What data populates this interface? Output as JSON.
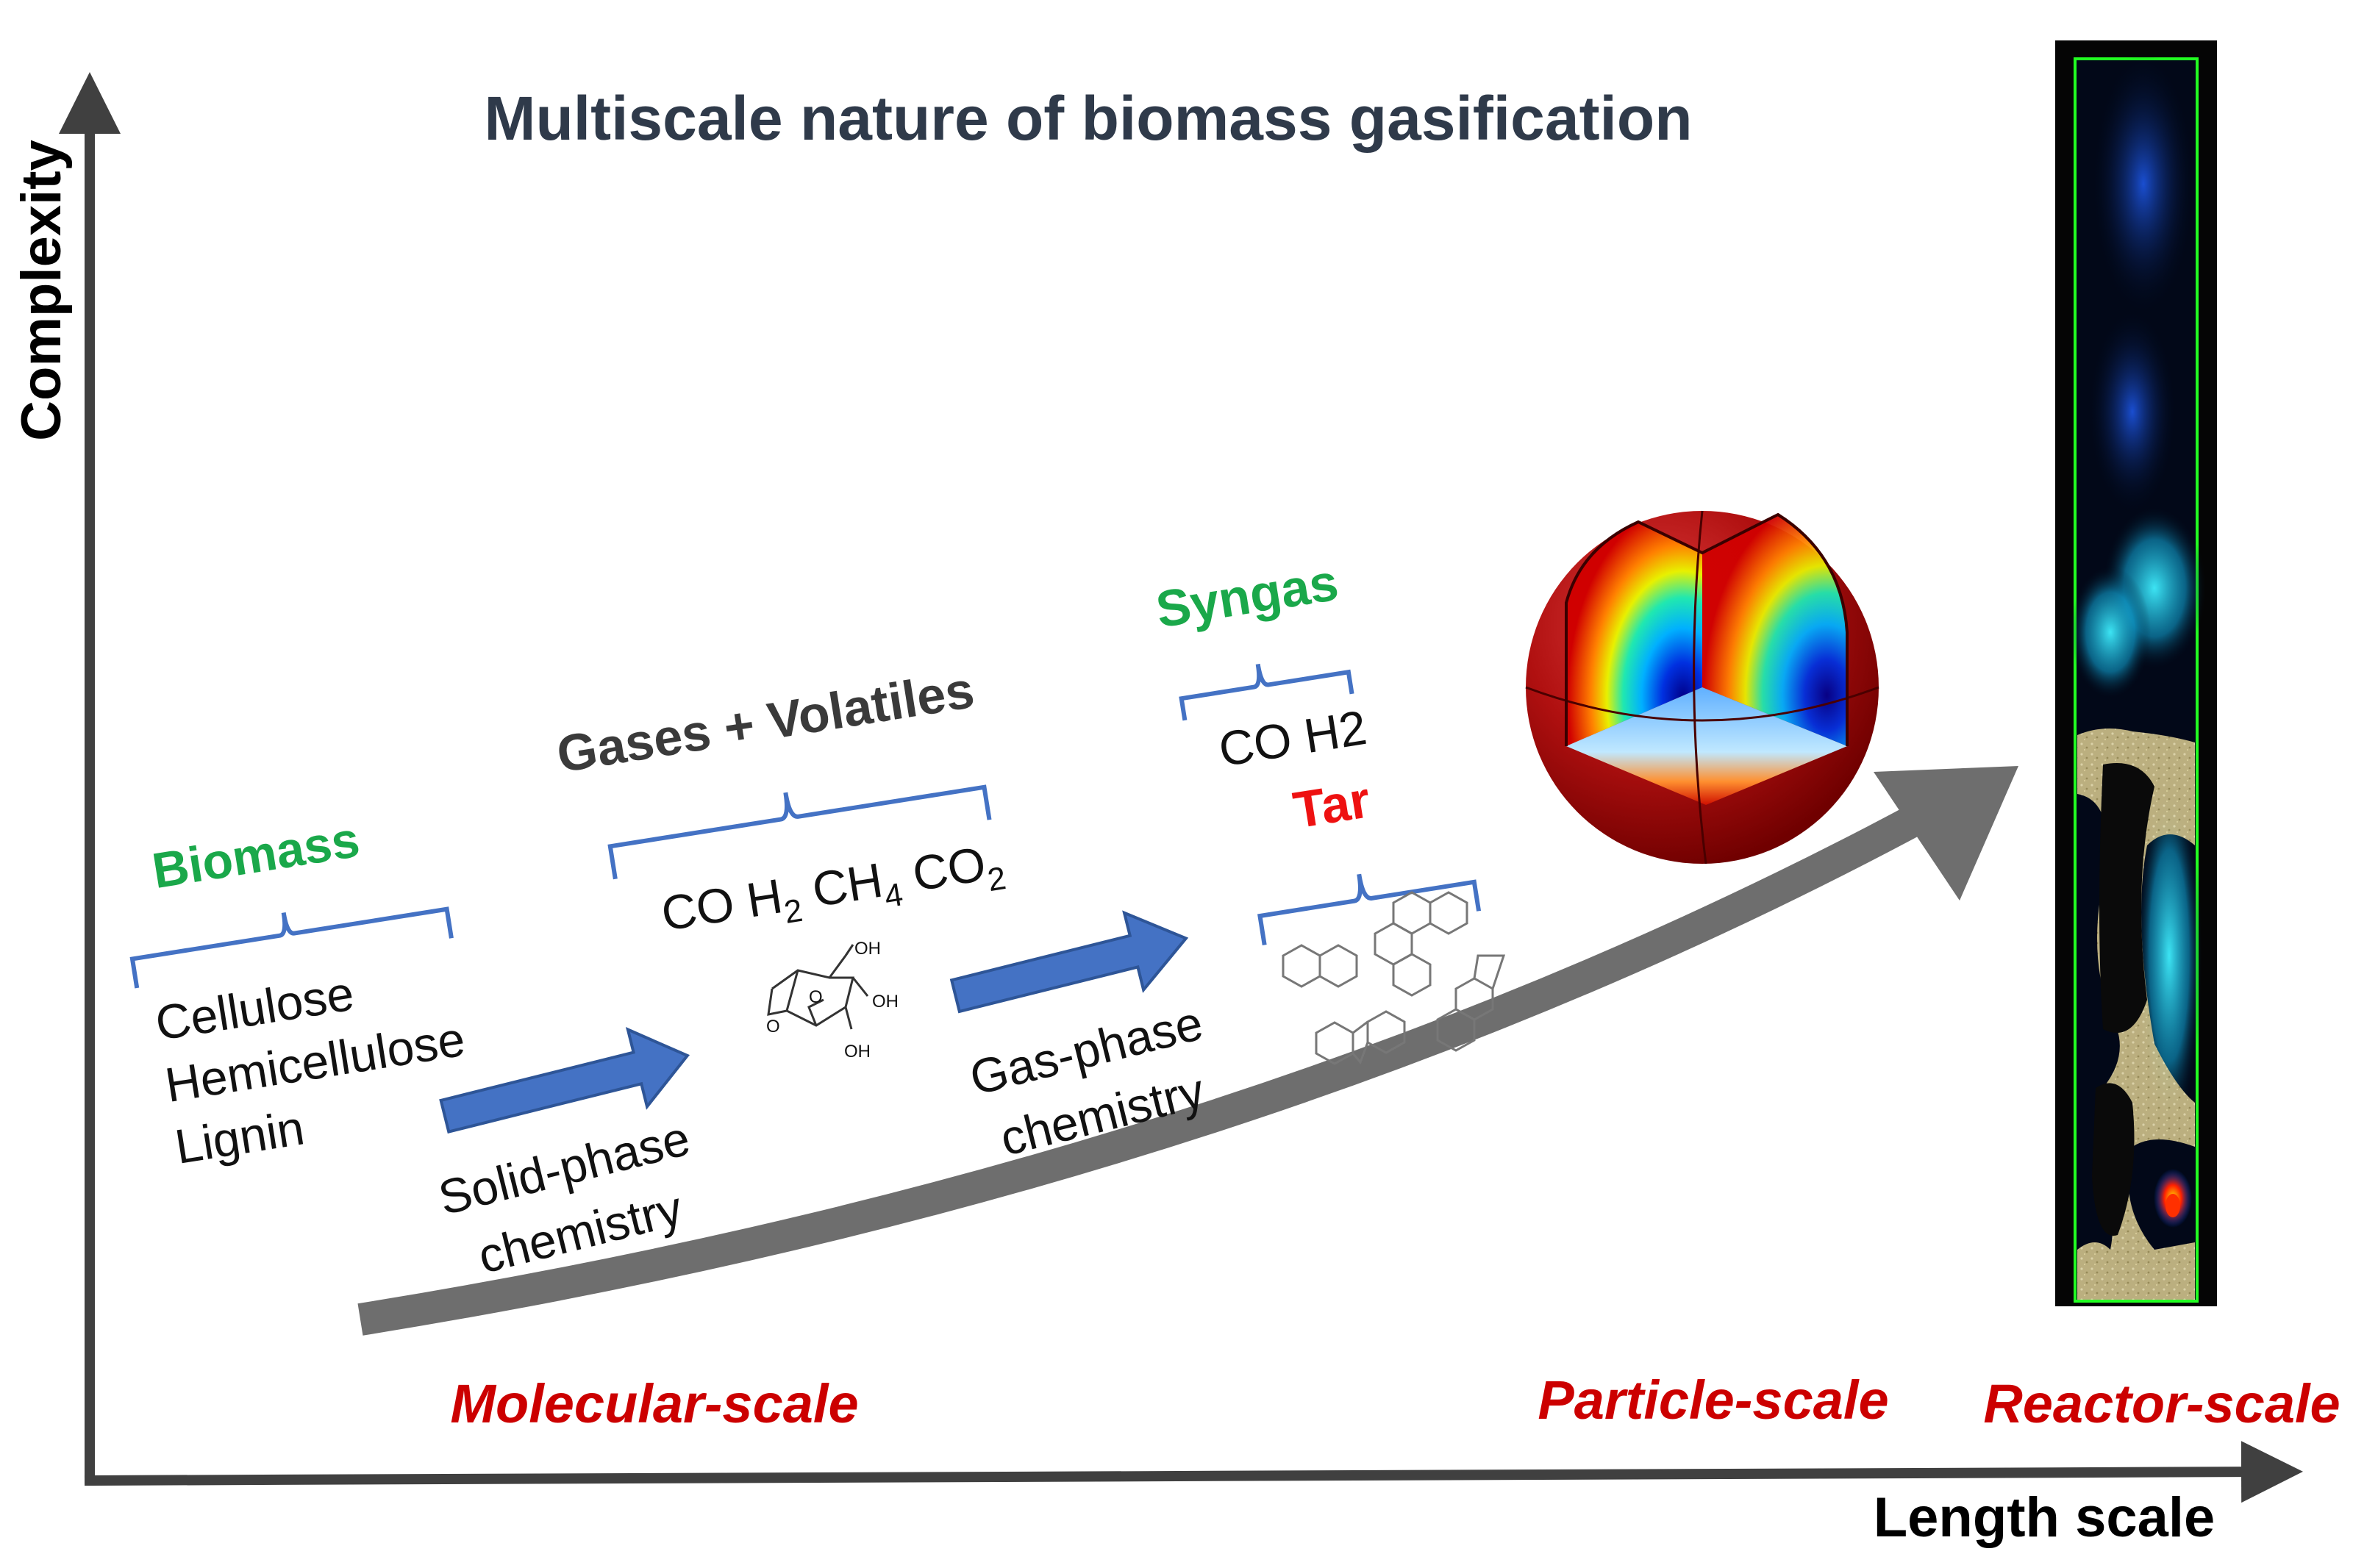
{
  "title": "Multiscale nature of biomass gasification",
  "axes": {
    "y_label": "Complexity",
    "x_label": "Length scale"
  },
  "scales": {
    "molecular": "Molecular-scale",
    "particle": "Particle-scale",
    "reactor": "Reactor-scale"
  },
  "biomass": {
    "heading": "Biomass",
    "components": [
      "Cellulose",
      "Hemicellulose",
      "Lignin"
    ]
  },
  "gases": {
    "heading": "Gases + Volatiles",
    "species": [
      {
        "base": "CO H",
        "sub": "2"
      },
      {
        "base": " CH",
        "sub": "4"
      },
      {
        "base": " CO",
        "sub": "2"
      }
    ],
    "molecule_labels": [
      "OH",
      "OH",
      "OH",
      "O",
      "O"
    ]
  },
  "syngas": {
    "heading": "Syngas",
    "species": "CO H2"
  },
  "tar": {
    "heading": "Tar"
  },
  "processes": {
    "solid_line1": "Solid-phase",
    "solid_line2": "chemistry",
    "gas_line1": "Gas-phase",
    "gas_line2": "chemistry"
  },
  "colors": {
    "title": "#2f3a4a",
    "green": "#1aa84a",
    "red": "#cc0000",
    "tar_red": "#ee1111",
    "bracket_blue": "#4472c4",
    "arrow_blue": "#4472c4",
    "trend_gray": "#6e6e6e",
    "axis": "#404040"
  }
}
